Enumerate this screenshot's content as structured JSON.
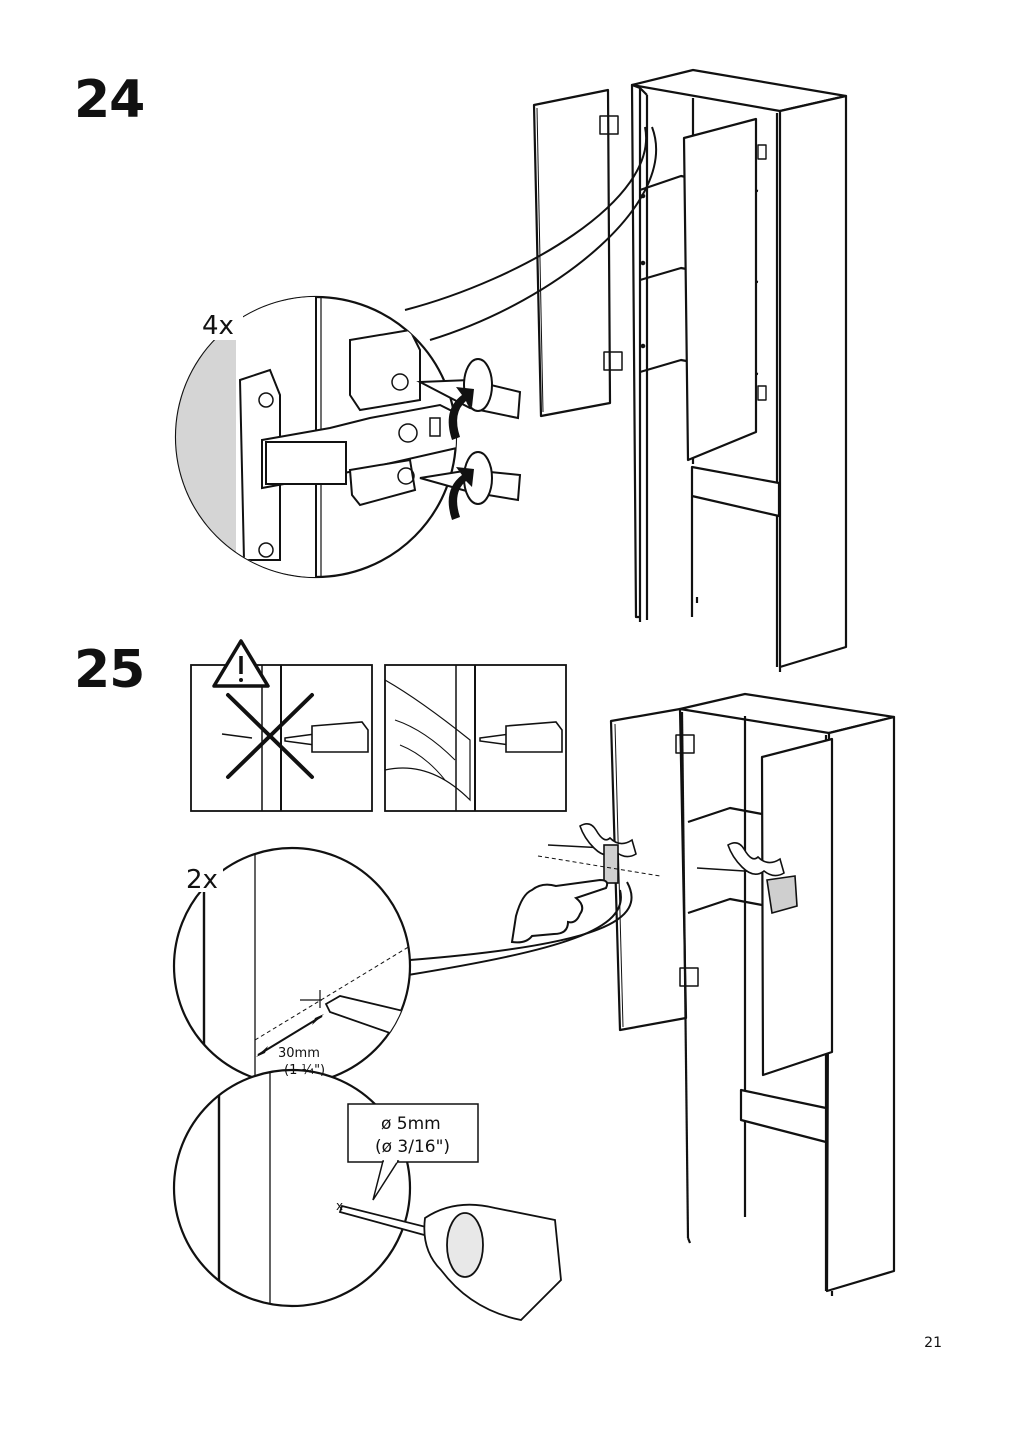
{
  "steps": [
    {
      "number": "24",
      "quantity": "4x"
    },
    {
      "number": "25",
      "quantity": "2x",
      "measure_line1": "30mm",
      "measure_line2": "(1 ¼\")",
      "drill_line1": "ø 5mm",
      "drill_line2": "(ø 3/16\")"
    }
  ],
  "icons": [
    "warning-triangle-icon",
    "prohibited-cross-icon",
    "rotate-arrow-icon",
    "pointing-hand-icon",
    "screwdriver-icon",
    "drill-icon"
  ],
  "page_number": "21"
}
